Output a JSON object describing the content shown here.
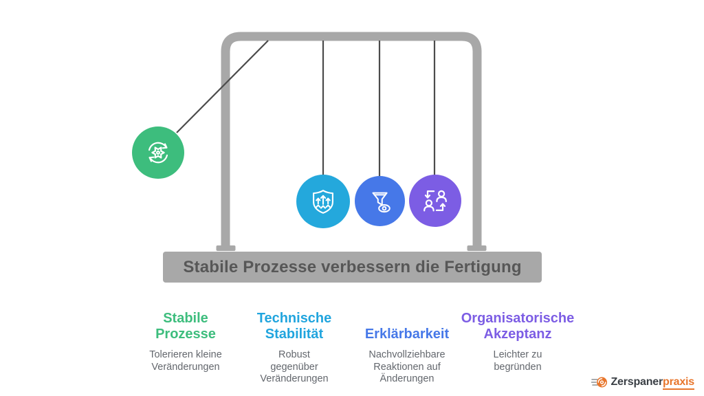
{
  "cradle": {
    "frame_color": "#a8a8a8",
    "string_color": "#4b4b4b",
    "icon_stroke": "#ffffff",
    "base_label": "Stabile Prozesse verbessern die Fertigung",
    "base_bg": "#a8a8a8",
    "base_text_color": "#575757",
    "pendulums": [
      {
        "id": "stabile-prozesse",
        "icon": "process-sync-icon",
        "color": "#3dbd7d"
      },
      {
        "id": "technische-stabilitaet",
        "icon": "shield-arrows-icon",
        "color": "#24a8dc"
      },
      {
        "id": "erklaerbarkeit",
        "icon": "funnel-eye-icon",
        "color": "#4678e8"
      },
      {
        "id": "organisatorische-akzeptanz",
        "icon": "people-swap-icon",
        "color": "#7c5de4"
      }
    ]
  },
  "columns": [
    {
      "heading": "Stabile\nProzesse",
      "heading_color": "#3dbd7d",
      "body": "Tolerieren kleine\nVeränderungen"
    },
    {
      "heading": "Technische\nStabilität",
      "heading_color": "#21a5de",
      "body": "Robust\ngegenüber\nVeränderungen"
    },
    {
      "heading": "Erklärbarkeit",
      "heading_color": "#4678e8",
      "body": "Nachvollziehbare\nReaktionen auf\nÄnderungen"
    },
    {
      "heading": "Organisatorische\nAkzeptanz",
      "heading_color": "#7c5de4",
      "body": "Leichter zu\nbegründen"
    }
  ],
  "logo": {
    "name": "Zerspaner",
    "suffix": "praxis",
    "name_color": "#3a3f45",
    "suffix_color": "#e8762c",
    "accent": "#e8762c"
  }
}
